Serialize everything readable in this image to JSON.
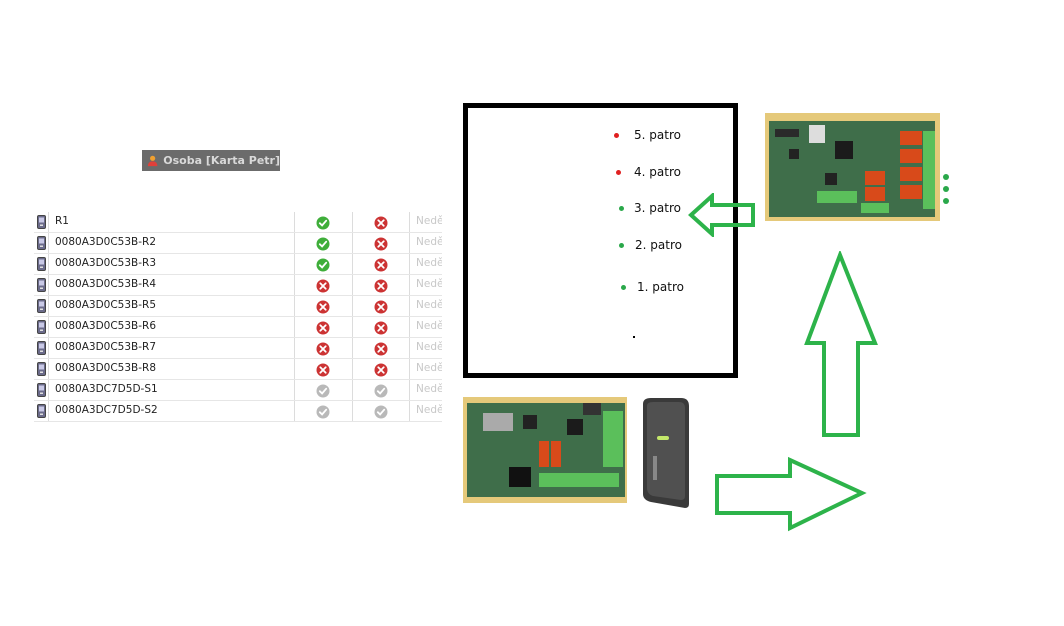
{
  "person": {
    "label": "Osoba [Karta Petr]",
    "icon": "person-icon"
  },
  "readers": {
    "rows": [
      {
        "name": "R1",
        "status1": "ok",
        "status2": "denied",
        "extra": "Neděl"
      },
      {
        "name": "0080A3D0C53B-R2",
        "status1": "ok",
        "status2": "denied",
        "extra": "Neděl"
      },
      {
        "name": "0080A3D0C53B-R3",
        "status1": "ok",
        "status2": "denied",
        "extra": "Neděl"
      },
      {
        "name": "0080A3D0C53B-R4",
        "status1": "denied",
        "status2": "denied",
        "extra": "Neděl"
      },
      {
        "name": "0080A3D0C53B-R5",
        "status1": "denied",
        "status2": "denied",
        "extra": "Neděl"
      },
      {
        "name": "0080A3D0C53B-R6",
        "status1": "denied",
        "status2": "denied",
        "extra": "Neděl"
      },
      {
        "name": "0080A3D0C53B-R7",
        "status1": "denied",
        "status2": "denied",
        "extra": "Neděl"
      },
      {
        "name": "0080A3D0C53B-R8",
        "status1": "denied",
        "status2": "denied",
        "extra": "Neděl"
      },
      {
        "name": "0080A3DC7D5D-S1",
        "status1": "inactive",
        "status2": "inactive",
        "extra": "Neděl"
      },
      {
        "name": "0080A3DC7D5D-S2",
        "status1": "inactive",
        "status2": "inactive",
        "extra": "Neděl"
      }
    ]
  },
  "elevator": {
    "floors": [
      {
        "label": "5. patro",
        "state": "red"
      },
      {
        "label": "4. patro",
        "state": "red"
      },
      {
        "label": "3. patro",
        "state": "green"
      },
      {
        "label": "2. patro",
        "state": "green"
      },
      {
        "label": "1. patro",
        "state": "green"
      }
    ]
  },
  "colors": {
    "arrow_green": "#2db34a",
    "dot_red": "#e02020",
    "dot_green": "#2aa84a",
    "ok": "#3fae3a",
    "denied": "#cc3333",
    "inactive": "#b9b9b9",
    "board": "#3f6e4a",
    "board_frame": "#e5c97a"
  },
  "devices": {
    "relay_board_icon": "relay-board-icon",
    "controller_board_icon": "controller-board-icon",
    "card_reader_icon": "card-reader-icon",
    "arrow_left_icon": "arrow-left-icon",
    "arrow_up_icon": "arrow-up-icon",
    "arrow_right_icon": "arrow-right-icon"
  }
}
